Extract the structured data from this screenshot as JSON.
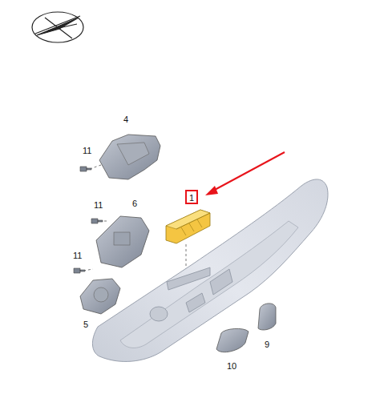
{
  "diagram": {
    "nodes": [
      {
        "text": [
          "1"
        ]
      }
    ],
    "labels": [
      "4",
      "11",
      "6",
      "11",
      "11",
      "5",
      "9",
      "10"
    ]
  }
}
